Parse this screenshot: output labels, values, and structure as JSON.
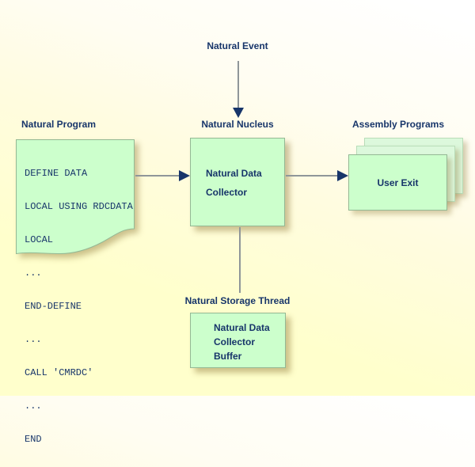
{
  "labels": {
    "natural_event": "Natural Event",
    "natural_program": "Natural Program",
    "natural_nucleus": "Natural Nucleus",
    "assembly_programs": "Assembly Programs",
    "natural_storage_thread": "Natural Storage Thread"
  },
  "boxes": {
    "natural_data_collector": "Natural Data\nCollector",
    "user_exit": "User Exit",
    "collector_buffer": "Natural Data\nCollector\nBuffer"
  },
  "program": {
    "code_lines": [
      "DEFINE DATA",
      "LOCAL USING RDCDATA",
      "LOCAL",
      "...",
      "END-DEFINE",
      "...",
      "CALL 'CMRDC'",
      "...",
      "END"
    ]
  },
  "colors": {
    "navy": "#17356a",
    "line-gray": "#8f9699",
    "box-green": "#ccffcc",
    "box-green-faded": "#dcf8dc",
    "border-green": "#94b894",
    "border-green-light": "#b9ddb9"
  }
}
